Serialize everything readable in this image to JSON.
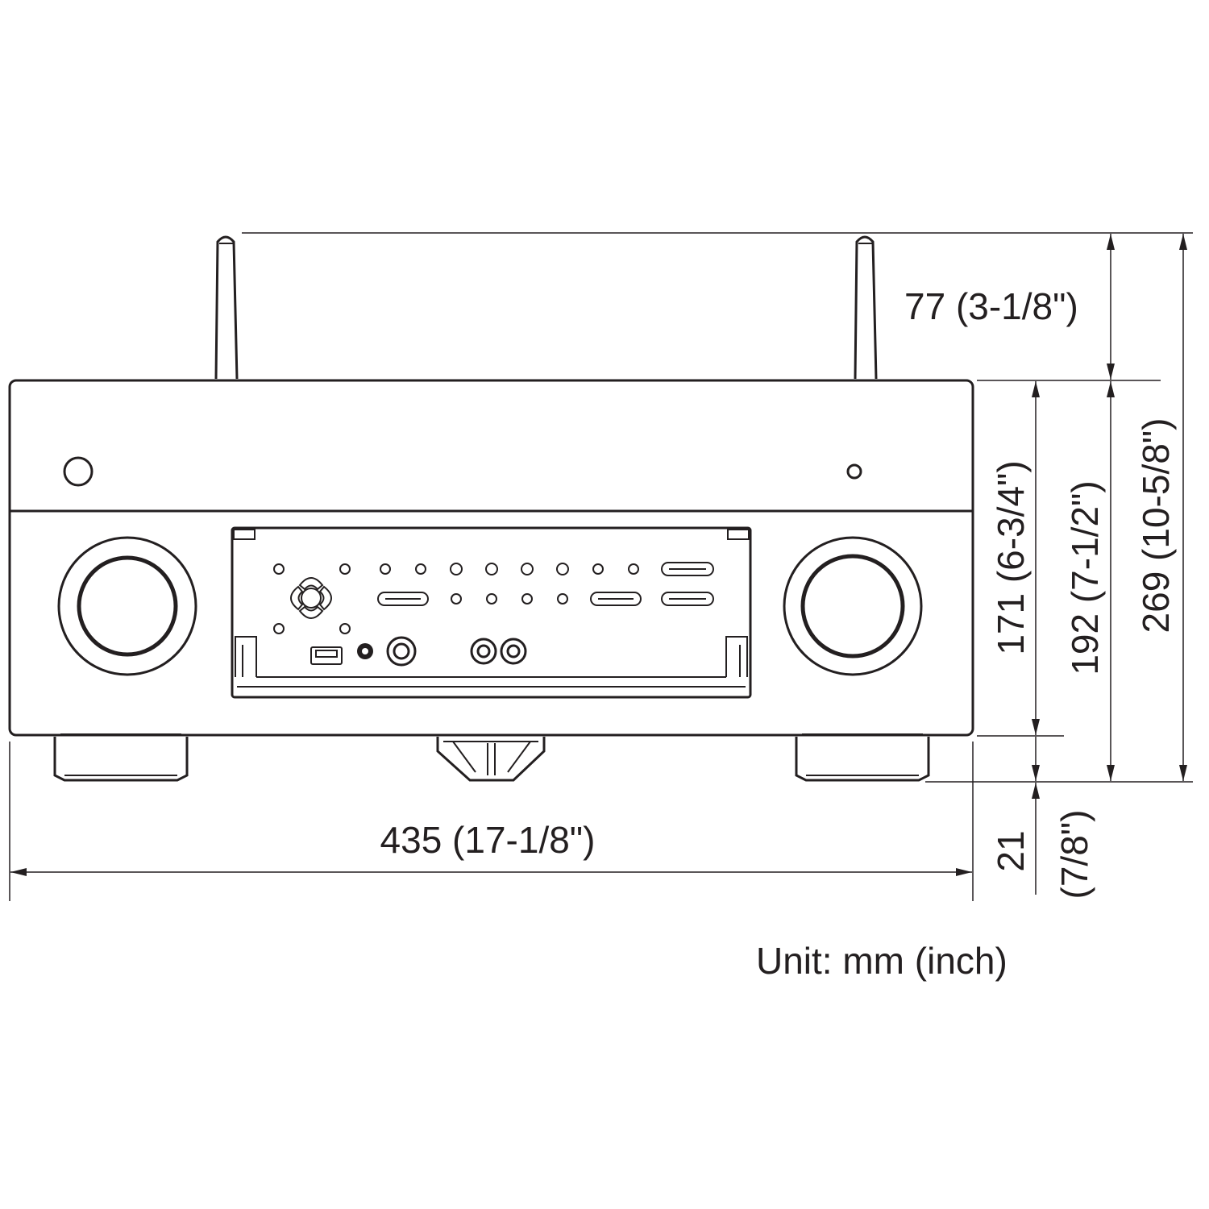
{
  "dimensions": {
    "antenna_height": "77 (3-1/8\")",
    "body_height": "171 (6-3/4\")",
    "height_with_feet": "192 (7-1/2\")",
    "total_height": "269 (10-5/8\")",
    "width": "435 (17-1/8\")",
    "feet_height_value": "21",
    "feet_height_inch": "(7/8\")"
  },
  "unit_note": "Unit: mm (inch)",
  "colors": {
    "line": "#231f20",
    "background": "#ffffff"
  }
}
